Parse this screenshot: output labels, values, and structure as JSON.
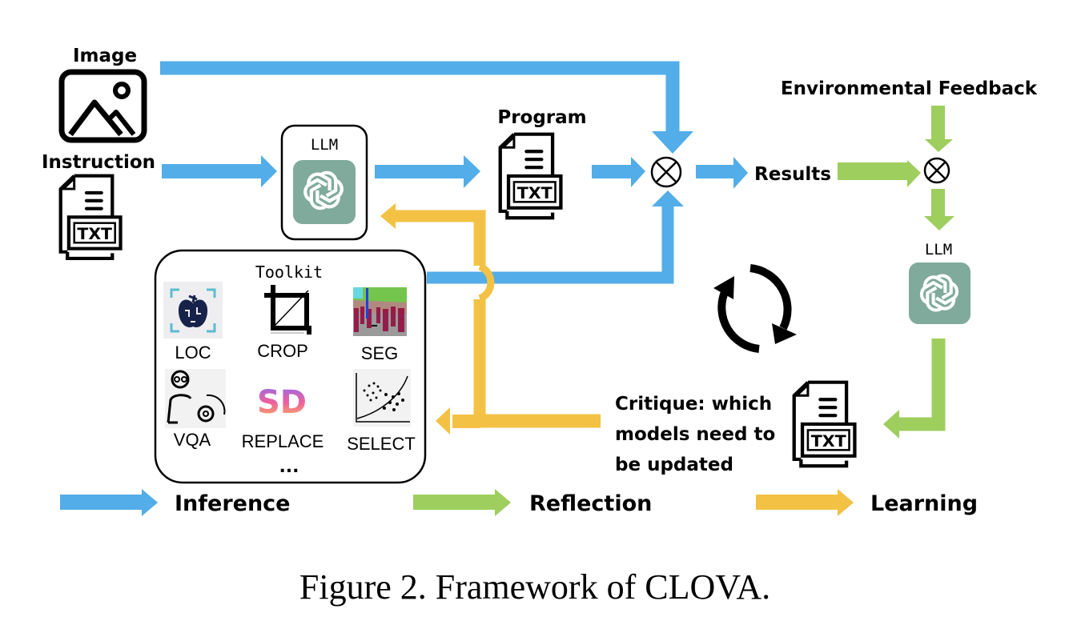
{
  "figure": {
    "caption": "Figure 2. Framework of CLOVA."
  },
  "colors": {
    "inference": "#52ADE8",
    "reflection": "#9ECE5E",
    "learning": "#F3C244",
    "llm_tile": "#7FAA9C"
  },
  "nodes": {
    "image_label": "Image",
    "instruction_label": "Instruction",
    "instruction_doc": "TXT",
    "llm1_label": "LLM",
    "program_label": "Program",
    "program_doc": "TXT",
    "results_label": "Results",
    "env_feedback_label": "Environmental Feedback",
    "llm2_label": "LLM",
    "critique_doc": "TXT",
    "critique_lines": [
      "Critique: which",
      "models need to",
      "be updated"
    ],
    "combine_symbol": "⊗"
  },
  "toolkit": {
    "title": "Toolkit",
    "tools": [
      {
        "label": "LOC",
        "icon": "apple-locate-icon"
      },
      {
        "label": "CROP",
        "icon": "crop-icon"
      },
      {
        "label": "SEG",
        "icon": "segmentation-icon"
      },
      {
        "label": "VQA",
        "icon": "person-gear-icon"
      },
      {
        "label": "REPLACE",
        "icon": "stable-diffusion-icon",
        "icon_text": "SD"
      },
      {
        "label": "SELECT",
        "icon": "scatter-plot-icon"
      }
    ],
    "more": "..."
  },
  "legend": [
    {
      "label": "Inference",
      "color": "#52ADE8"
    },
    {
      "label": "Reflection",
      "color": "#9ECE5E"
    },
    {
      "label": "Learning",
      "color": "#F3C244"
    }
  ]
}
